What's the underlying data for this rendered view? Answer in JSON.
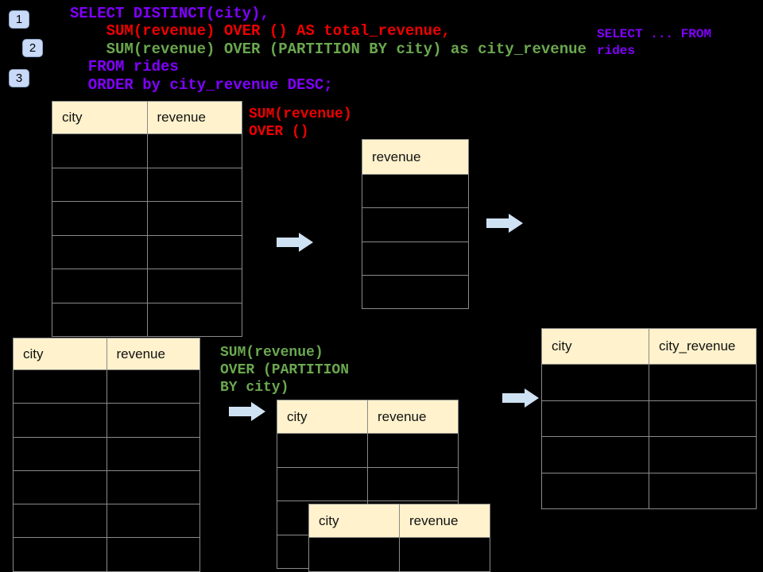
{
  "colors": {
    "purple": "#8100FF",
    "red": "#EE0000",
    "green": "#6AA84F",
    "header_bg": "#FFF2CC",
    "arrow": "#CFE2F3",
    "badge_bg": "#C9DAF8",
    "border": "#8A8A8A"
  },
  "badges": [
    {
      "label": "1"
    },
    {
      "label": "2"
    },
    {
      "label": "3"
    }
  ],
  "sql": {
    "lines": [
      {
        "text": "SELECT DISTINCT(city),",
        "color": "purple"
      },
      {
        "text": "    SUM(revenue) OVER () AS total_revenue,",
        "color": "red"
      },
      {
        "text": "    SUM(revenue) OVER (PARTITION BY city) as city_revenue",
        "color": "green"
      },
      {
        "text": "  FROM rides",
        "color": "purple"
      },
      {
        "text": "  ORDER by city_revenue DESC;",
        "color": "purple"
      }
    ]
  },
  "side_note": {
    "lines": [
      {
        "text": "SELECT ... FROM",
        "color": "purple"
      },
      {
        "text": "rides",
        "color": "purple"
      }
    ]
  },
  "annotation_total": {
    "lines": [
      {
        "text": "SUM(revenue)",
        "color": "red"
      },
      {
        "text": "OVER ()",
        "color": "red"
      }
    ]
  },
  "annotation_partition": {
    "lines": [
      {
        "text": "SUM(revenue)",
        "color": "green"
      },
      {
        "text": "OVER (PARTITION",
        "color": "green"
      },
      {
        "text": "BY city)",
        "color": "green"
      }
    ]
  },
  "tables": {
    "source_total": {
      "headers": [
        "city",
        "revenue"
      ],
      "rows": 6
    },
    "total_result": {
      "headers": [
        "revenue"
      ],
      "rows": 4
    },
    "source_partition": {
      "headers": [
        "city",
        "revenue"
      ],
      "rows": 6
    },
    "partition_back": {
      "headers": [
        "city",
        "revenue"
      ],
      "rows": 4
    },
    "partition_front": {
      "headers": [
        "city",
        "revenue"
      ],
      "rows": 1
    },
    "partition_result": {
      "headers": [
        "city",
        "city_revenue"
      ],
      "rows": 4
    }
  }
}
